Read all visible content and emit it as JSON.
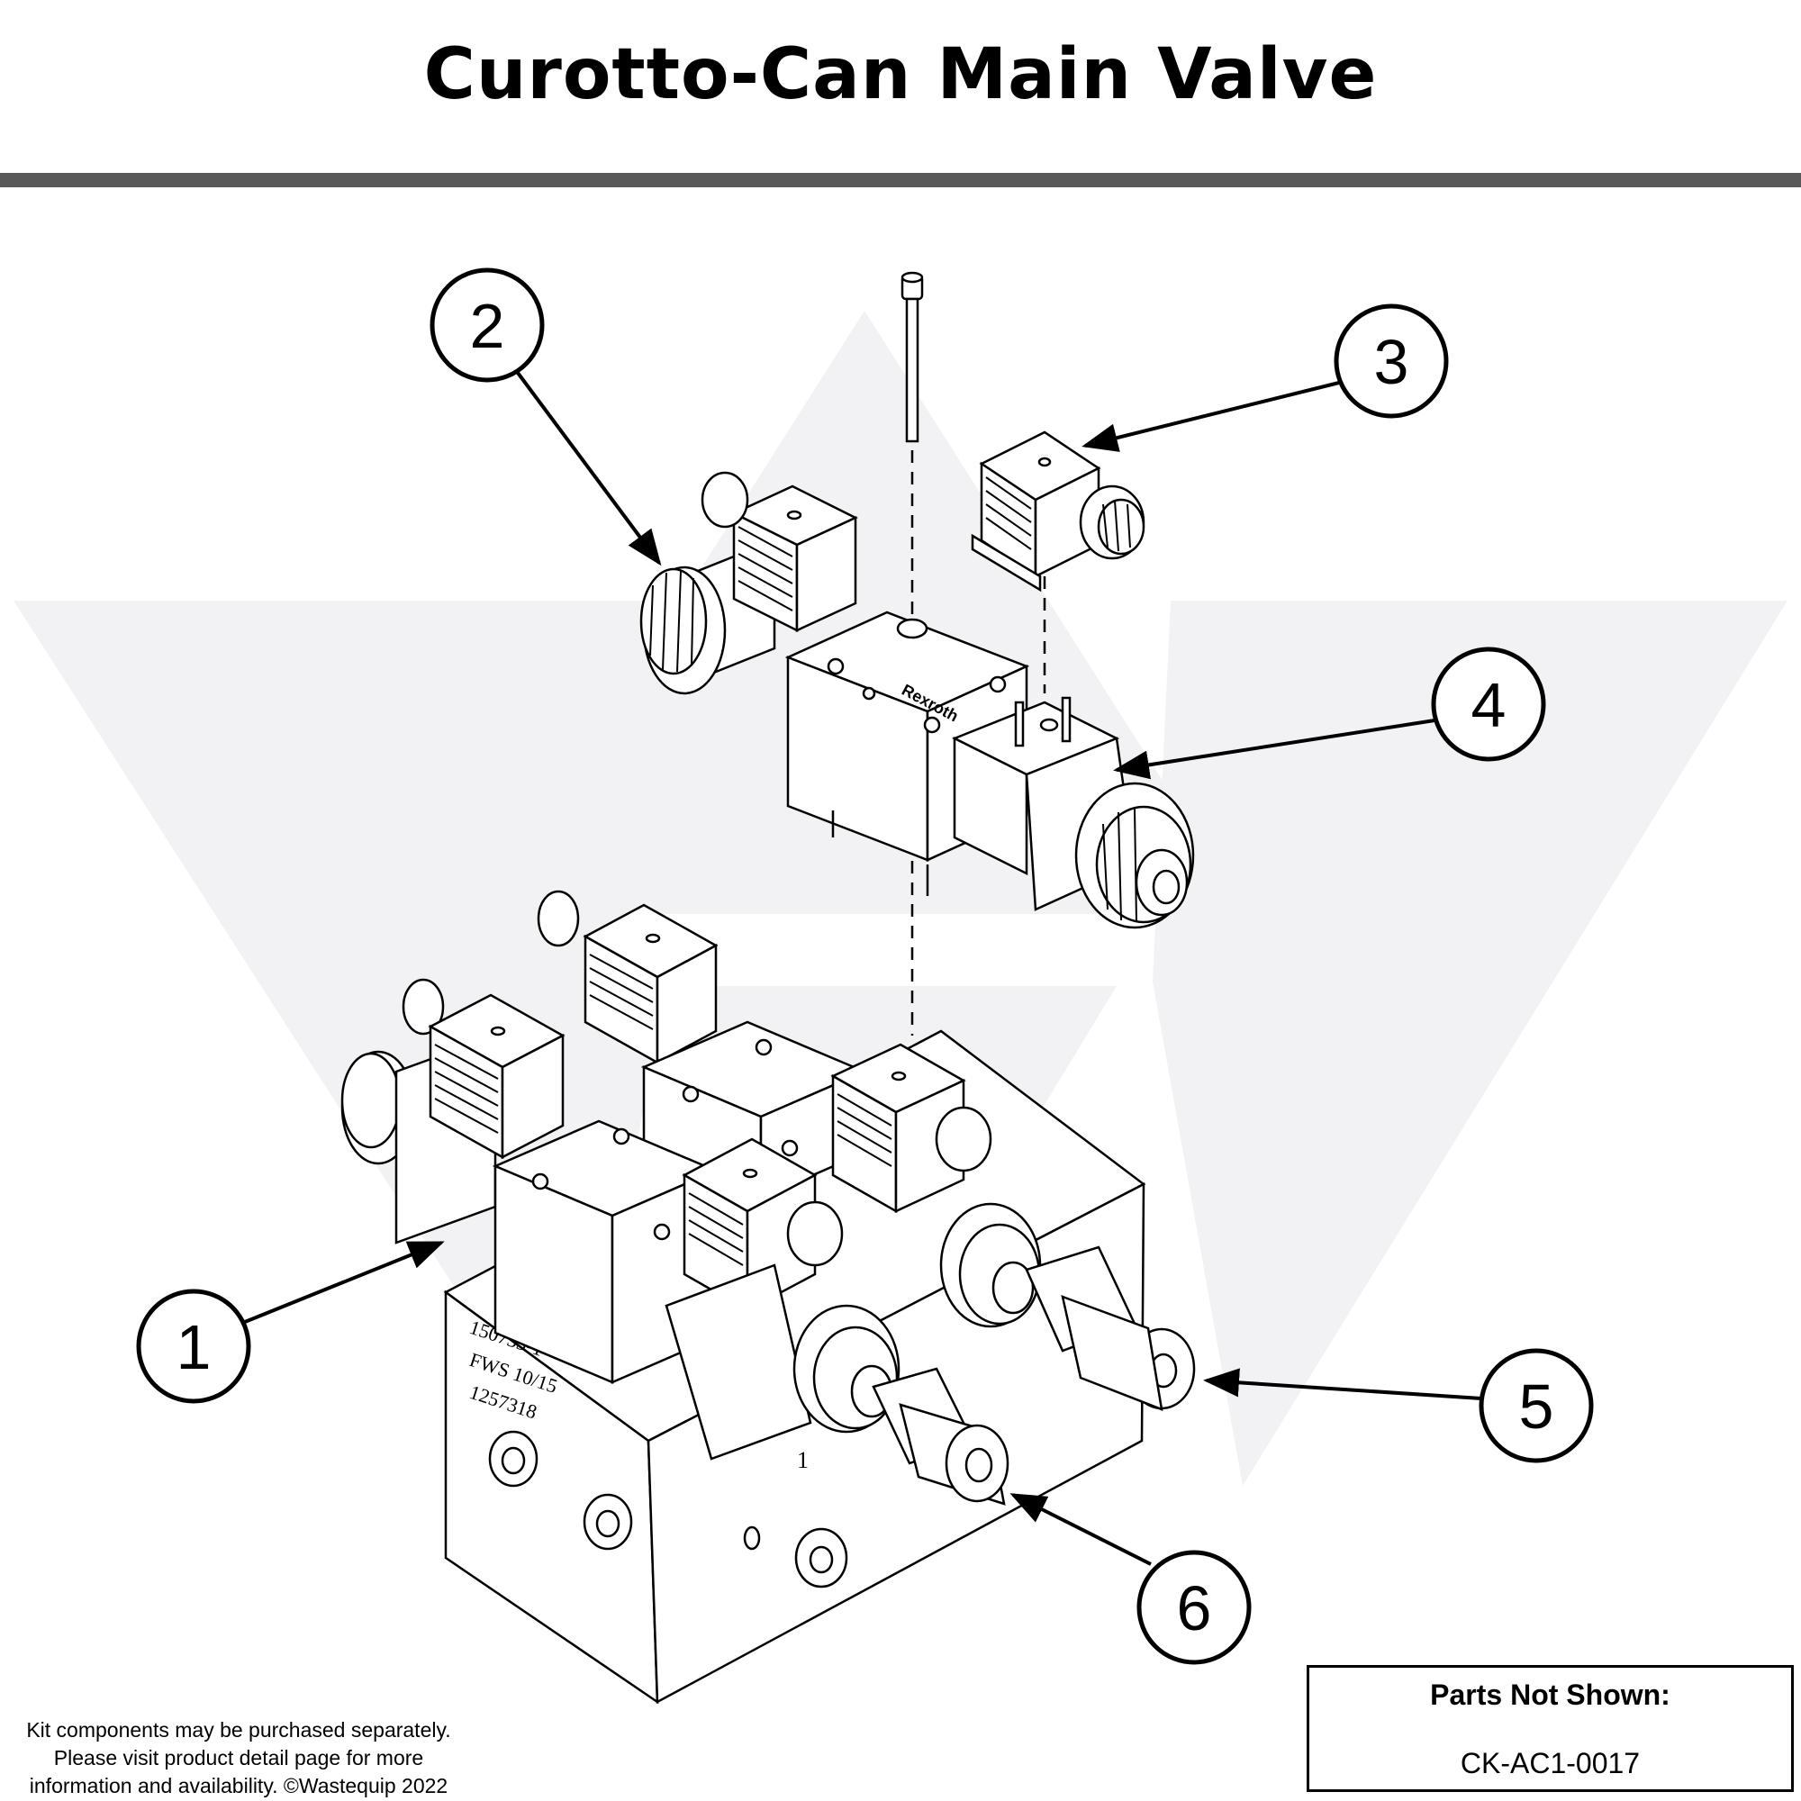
{
  "header": {
    "title": "Curotto-Can Main Valve"
  },
  "callouts": [
    "1",
    "2",
    "3",
    "4",
    "5",
    "6"
  ],
  "block_markings": {
    "line1": "150733-1",
    "line2": "FWS 10/15",
    "line3": "1257318",
    "port_label": "1"
  },
  "valve_brand": "Rexroth",
  "footer": {
    "disclaimer_lines": [
      "Kit components may be purchased separately.",
      "Please visit product detail page for more",
      "information and availability. ©Wastequip 2022"
    ]
  },
  "parts_not_shown": {
    "title": "Parts Not Shown:",
    "items": [
      "CK-AC1-0017"
    ]
  },
  "colors": {
    "rule": "#595959",
    "watermark": "#f2f2f4",
    "ink": "#000000"
  }
}
